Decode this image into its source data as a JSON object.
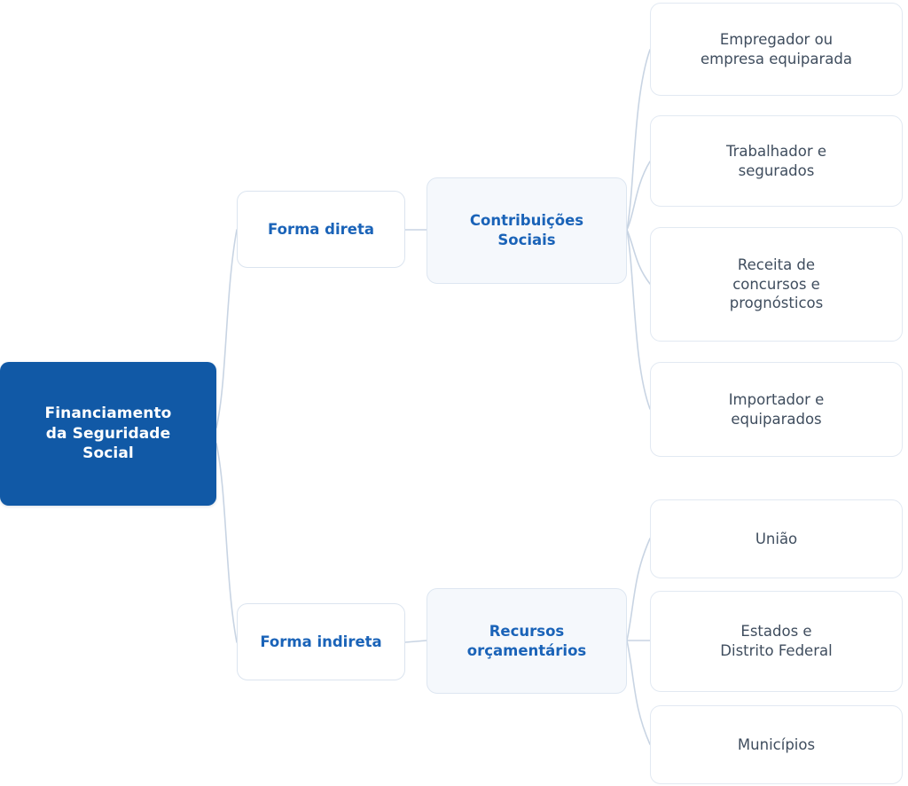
{
  "diagram": {
    "type": "mind-map",
    "orientation": "left-to-right",
    "colors": {
      "root_fill": "#1159a6",
      "root_text": "#ffffff",
      "branch_text": "#1a63b8",
      "leaf_text": "#3f4d5e",
      "leaf_fill": "#ffffff",
      "branch_fill": "#f5f8fc",
      "connector": "#c8d4e3"
    },
    "root": {
      "label": "Financiamento\nda Seguridade\nSocial"
    },
    "branches": [
      {
        "label": "Forma direta",
        "category": {
          "label": "Contribuições\nSociais",
          "items": [
            {
              "label": "Empregador ou\nempresa equiparada"
            },
            {
              "label": "Trabalhador e\nsegurados"
            },
            {
              "label": "Receita de\nconcursos e\nprognósticos"
            },
            {
              "label": "Importador e\nequiparados"
            }
          ]
        }
      },
      {
        "label": "Forma indireta",
        "category": {
          "label": "Recursos\norçamentários",
          "items": [
            {
              "label": "União"
            },
            {
              "label": "Estados e\nDistrito Federal"
            },
            {
              "label": "Municípios"
            }
          ]
        }
      }
    ]
  }
}
